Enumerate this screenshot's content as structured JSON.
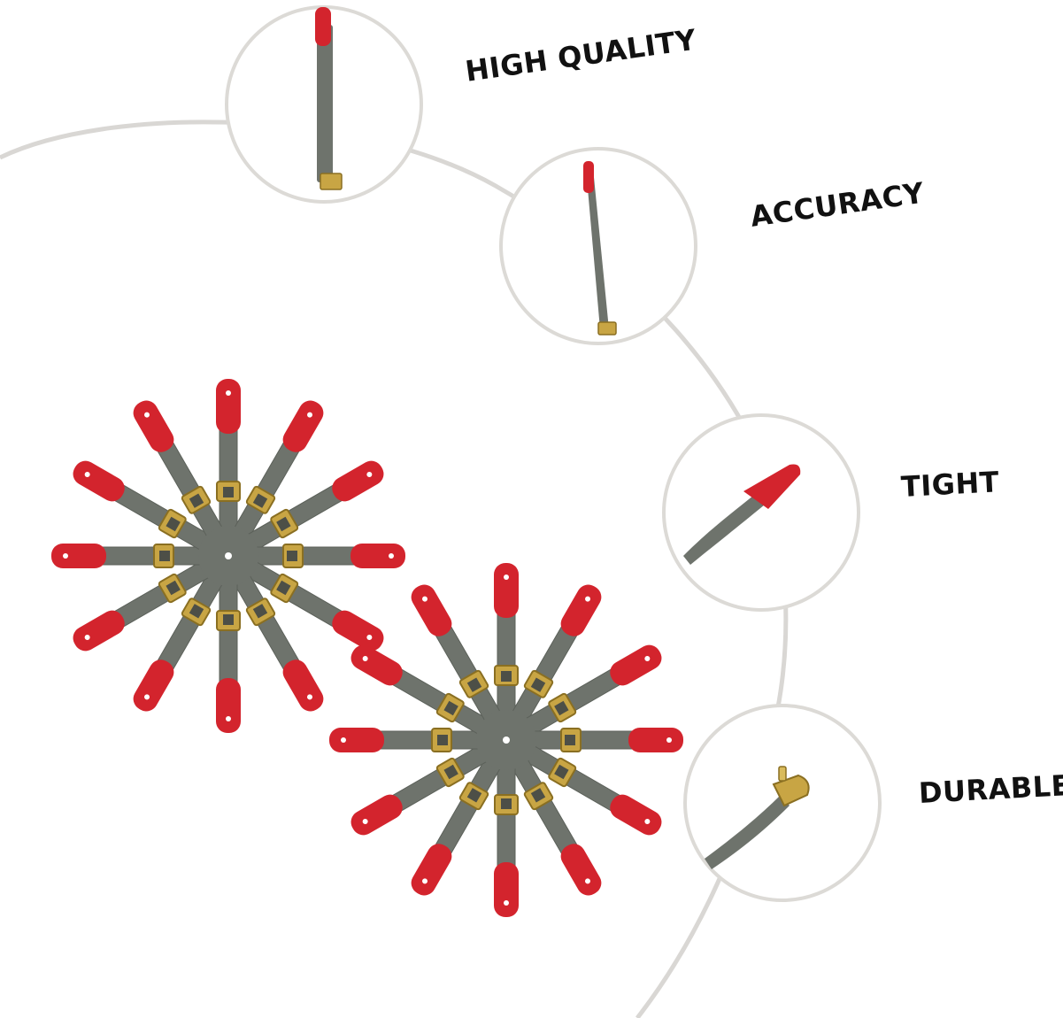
{
  "features": [
    {
      "label": "HIGH QUALITY",
      "icon": "bobbin-strap-full-icon"
    },
    {
      "label": "ACCURACY",
      "icon": "bobbin-strap-thin-icon"
    },
    {
      "label": "TIGHT",
      "icon": "bobbin-strap-tip-icon"
    },
    {
      "label": "DURABLE",
      "icon": "bobbin-strap-clip-icon"
    }
  ],
  "colors": {
    "strap": "#6e736c",
    "tip": "#d3242d",
    "clip": "#c8a544",
    "ring": "#dcdad6",
    "arc": "#d9d7d4"
  }
}
